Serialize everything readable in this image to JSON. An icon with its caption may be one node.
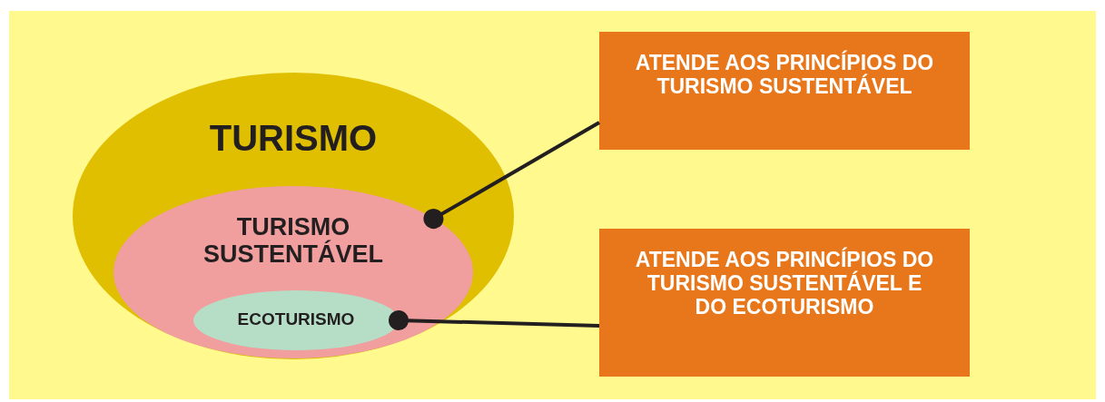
{
  "diagram": {
    "nodes": [
      {
        "text": [
          "TURISMO"
        ]
      },
      {
        "text": [
          "TURISMO SUSTENTÁVEL"
        ],
        "in": 0
      },
      {
        "text": [
          "ECOTURISMO"
        ],
        "in": 1
      },
      {
        "text": [
          "ATENDE AOS PRINCÍPIOS DO TURISMO SUSTENTÁVEL"
        ]
      },
      {
        "text": [
          "ATENDE AOS PRINCÍPIOS DO TURISMO SUSTENTÁVEL E DO ECOTURISMO"
        ]
      }
    ],
    "edges": [
      {
        "from": 3,
        "to": 1,
        "arrow": "other"
      },
      {
        "from": 4,
        "to": 2,
        "arrow": "other"
      }
    ]
  }
}
